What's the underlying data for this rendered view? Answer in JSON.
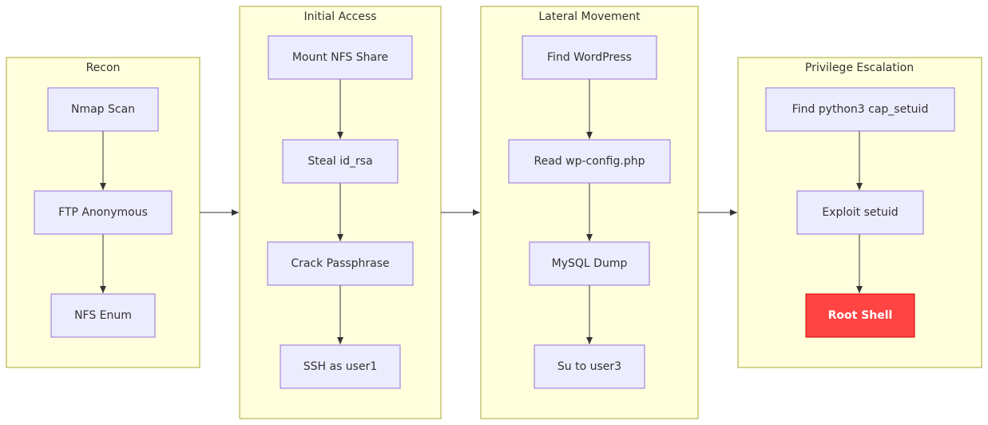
{
  "phases": [
    {
      "title": "Recon",
      "steps": [
        "Nmap Scan",
        "FTP Anonymous",
        "NFS Enum"
      ]
    },
    {
      "title": "Initial Access",
      "steps": [
        "Mount NFS Share",
        "Steal id_rsa",
        "Crack Passphrase",
        "SSH as user1"
      ]
    },
    {
      "title": "Lateral Movement",
      "steps": [
        "Find WordPress",
        "Read wp-config.php",
        "MySQL Dump",
        "Su to user3"
      ]
    },
    {
      "title": "Privilege Escalation",
      "steps": [
        "Find python3 cap_setuid",
        "Exploit setuid",
        "Root Shell"
      ]
    }
  ],
  "colors": {
    "cluster_fill": "#ffffde",
    "cluster_stroke": "#aaaa33",
    "node_fill": "#ececff",
    "node_stroke": "#9370db",
    "final_node_fill": "#ff4444",
    "final_node_text": "#ffffff"
  }
}
